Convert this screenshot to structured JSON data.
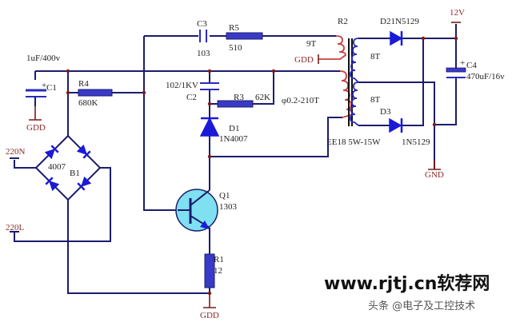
{
  "components": {
    "C1": {
      "name": "C1",
      "value": "1uF/400v"
    },
    "R4": {
      "name": "R4",
      "value": "680K"
    },
    "B1": {
      "name": "B1",
      "value": "4007"
    },
    "C3": {
      "name": "C3",
      "value": "103"
    },
    "R5": {
      "name": "R5",
      "value": "510"
    },
    "C2": {
      "name": "C2",
      "value": "102/1KV"
    },
    "R3": {
      "name": "R3",
      "value": "62K"
    },
    "D1": {
      "name": "D1",
      "value": "1N4007"
    },
    "Q1": {
      "name": "Q1",
      "value": "1303"
    },
    "R1": {
      "name": "R1",
      "value": "12"
    },
    "R2": {
      "name": "R2",
      "core": "EE18 5W-15W"
    },
    "D2": {
      "label": "D21N5129"
    },
    "D3": {
      "name": "D3",
      "value": "1N5129"
    },
    "C4": {
      "name": "C4",
      "value": "470uF/16v"
    }
  },
  "windings": {
    "feedback": "9T",
    "primary": "φ0.2-210T",
    "secondary_top": "8T",
    "secondary_bottom": "8T"
  },
  "nets": {
    "gdd": "GDD",
    "gnd": "GND",
    "out": "12V",
    "ac_n": "220N",
    "ac_l": "220L"
  },
  "polarity": "+",
  "watermark": {
    "site": "www.rjtj.cn软荐网",
    "credit": "头条 @电子及工控技术"
  }
}
